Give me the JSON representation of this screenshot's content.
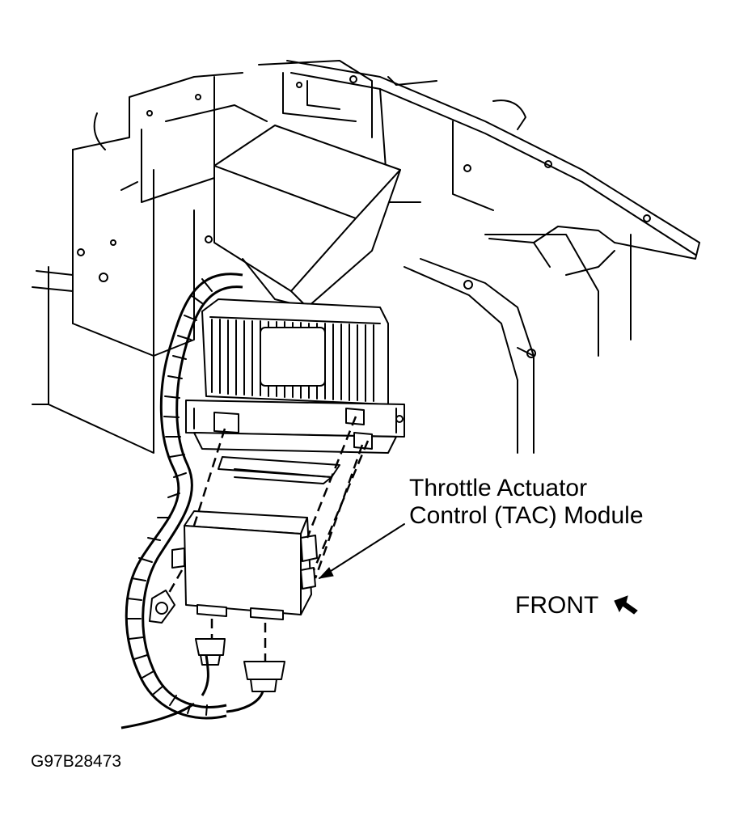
{
  "diagram": {
    "callout": {
      "line1": "Throttle Actuator",
      "line2": "Control (TAC) Module"
    },
    "front_label": "FRONT",
    "figure_id": "G97B28473"
  }
}
